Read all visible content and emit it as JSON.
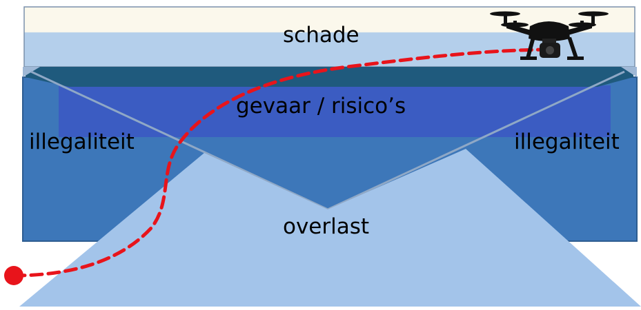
{
  "zones": {
    "schade": "schade",
    "gevaar": "gevaar / risico’s",
    "illegaliteit_left": "illegaliteit",
    "illegaliteit_right": "illegaliteit",
    "overlast": "overlast"
  },
  "icons": {
    "drone": "drone-icon",
    "start_point": "start-point-icon"
  },
  "colors": {
    "schade_band": "#b4cfeb",
    "schade_top": "#fbf8ec",
    "gevaar_band": "#3b5cc2",
    "illegaliteit_block": "#3d77b9",
    "overlast_area": "#a3c4ea",
    "dark_bar": "#1f5a7d",
    "flight_path": "#e8141b"
  }
}
